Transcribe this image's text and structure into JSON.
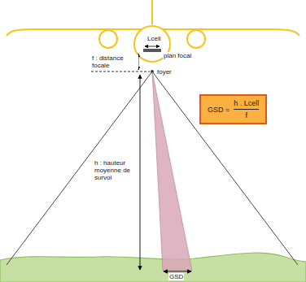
{
  "diagram": {
    "nodes": [
      {
        "text": [
          "GSD =",
          "h . Lcell",
          "f"
        ]
      }
    ],
    "labels": [
      "Lcell",
      "plan focal",
      "f : distance focale",
      "foyer",
      "h : hauteur moyenne de survol",
      "GSD"
    ]
  }
}
